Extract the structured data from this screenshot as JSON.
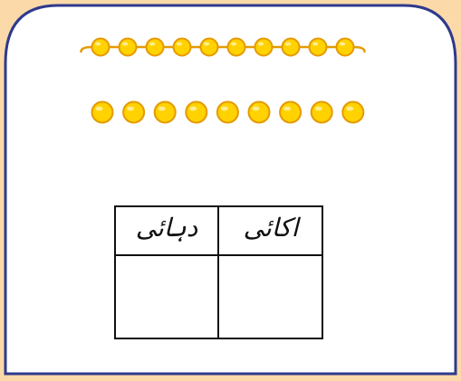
{
  "colors": {
    "background": "#FCD9A8",
    "card_fill": "#FFFFFF",
    "card_border": "#2E3A8C",
    "bead_fill": "#FFD200",
    "bead_outline": "#E59A00",
    "string": "#E59A00",
    "grid_line": "#111111"
  },
  "beads": {
    "strung_row": {
      "count": 10
    },
    "loose_row": {
      "count": 9
    }
  },
  "place_value_table": {
    "headers": [
      "اکائی",
      "دہائی"
    ]
  }
}
